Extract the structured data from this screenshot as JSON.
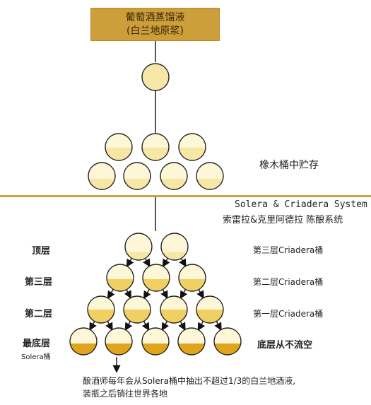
{
  "title": {
    "line1": "葡萄酒蒸馏液",
    "line2": "(白兰地原浆)"
  },
  "storage_label": "橡木桶中贮存",
  "system": {
    "name_en": "Solera & Criadera System",
    "name_cn": "索雷拉&克里阿德拉 陈酿系统"
  },
  "left_labels": {
    "top": "顶层",
    "third": "第三层",
    "second": "第二层",
    "bottom": "最底层",
    "bottom_sub": "Solera桶"
  },
  "right_labels": {
    "third_criadera": "第三层Criadera桶",
    "second_criadera": "第二层Criadera桶",
    "first_criadera": "第一层Criadera桶",
    "bottom": "底层从不流空"
  },
  "note": {
    "line1": "酿酒师每年会从Solera桶中抽出不超过1/3的白兰地酒液,",
    "line2": "装瓶之后销往世界各地"
  },
  "colors": {
    "gold": "#cc9f3a",
    "liquid_light": "#f7e7a6",
    "liquid_mid": "#f0cf63",
    "liquid_dark": "#e0a51c",
    "barrel_fill": "#fdf7d8",
    "divider": "#c9a24a"
  }
}
